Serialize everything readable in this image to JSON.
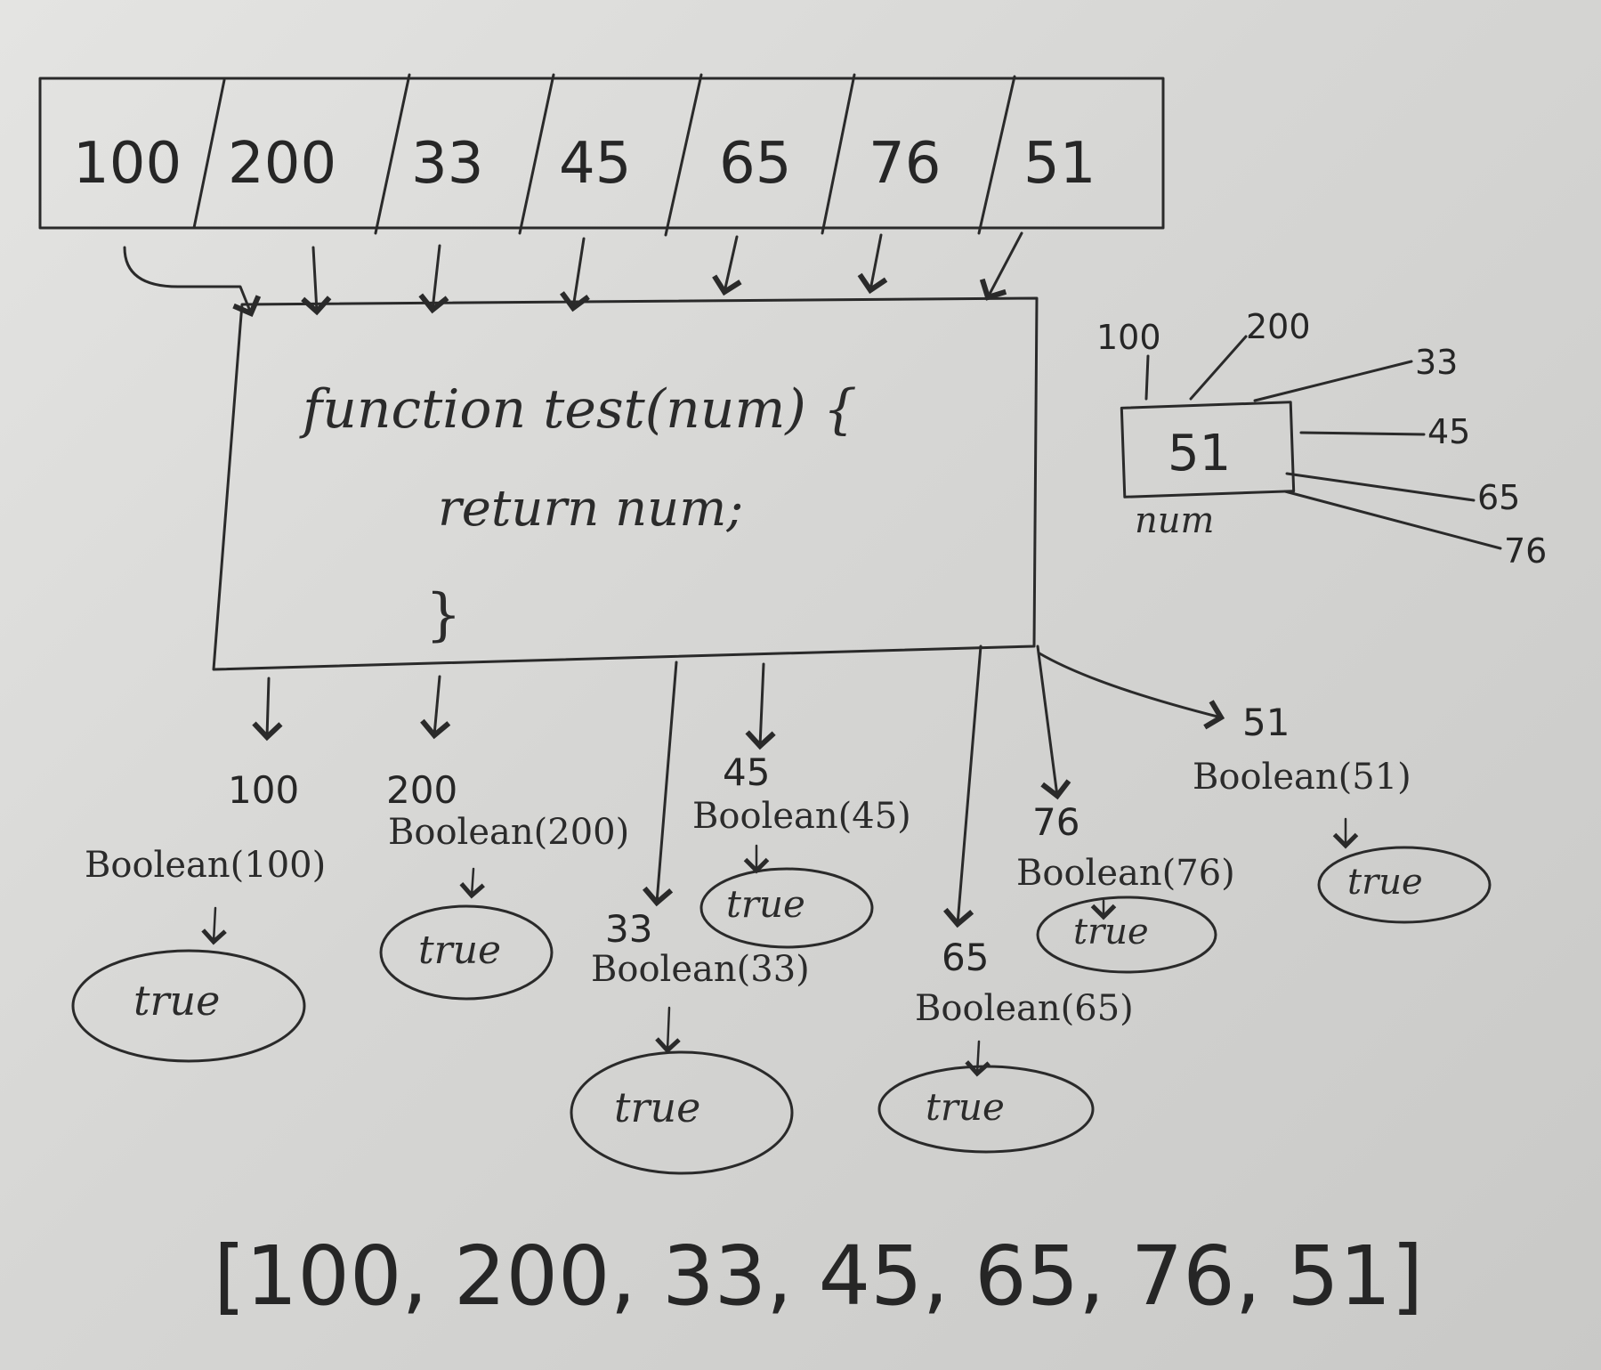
{
  "input_array": [
    "100",
    "200",
    "33",
    "45",
    "65",
    "76",
    "51"
  ],
  "function_box": {
    "line1": "function test(num) {",
    "line2": "return num;",
    "line3": "}"
  },
  "side_note": {
    "labels": [
      "100",
      "200",
      "33",
      "45",
      "65",
      "76"
    ],
    "box_value": "51",
    "box_label": "num"
  },
  "outputs": [
    {
      "value": "100",
      "call": "Boolean(100)",
      "result": "true"
    },
    {
      "value": "200",
      "call": "Boolean(200)",
      "result": "true"
    },
    {
      "value": "33",
      "call": "Boolean(33)",
      "result": "true"
    },
    {
      "value": "45",
      "call": "Boolean(45)",
      "result": "true"
    },
    {
      "value": "65",
      "call": "Boolean(65)",
      "result": "true"
    },
    {
      "value": "76",
      "call": "Boolean(76)",
      "result": "true"
    },
    {
      "value": "51",
      "call": "Boolean(51)",
      "result": "true"
    }
  ],
  "result_array": "[100, 200, 33, 45, 65, 76, 51]",
  "colors": {
    "ink": "#2a2a2a",
    "paper": "#dcdcda"
  }
}
